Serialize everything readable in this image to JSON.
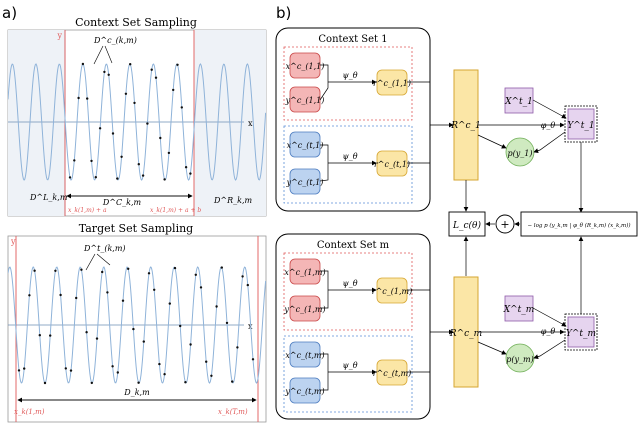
{
  "panel_labels": {
    "a": "a)",
    "b": "b)"
  },
  "left": {
    "top": {
      "title": "Context Set Sampling",
      "y_axis": "y",
      "x_axis": "x",
      "annotation_sub": "D^c_(k,m)",
      "region_left": "D^L_k,m",
      "region_center": "D^C_k,m",
      "region_right": "D^R_k,m",
      "red_left": "x_k(1,m) + a",
      "red_right": "x_k(1,m) + a + b"
    },
    "bottom": {
      "title": "Target Set Sampling",
      "y_axis": "y",
      "x_axis": "x",
      "annotation_sub": "D^t_(k,m)",
      "region_center": "D_k,m",
      "red_left": "x_k(1,m)",
      "red_right": "x_k(T,m)"
    }
  },
  "right": {
    "context1": {
      "title": "Context Set 1",
      "x_c11": "x^c_(1,1)",
      "y_c11": "y^c_(1,1)",
      "x_ct1": "x^c_(t,1)",
      "y_ct1": "y^c_(t,1)",
      "psi": "ψ_θ",
      "r_c11": "r^c_(1,1)",
      "r_ct1": "r^c_(t,1)",
      "R": "R^c_1"
    },
    "contextm": {
      "title": "Context Set m",
      "x_c1m": "x^c_(1,m)",
      "y_c1m": "y^c_(1,m)",
      "x_ctm": "x^c_(t,m)",
      "y_ctm": "y^c_(t,m)",
      "psi": "ψ_θ",
      "r_c1m": "r^c_(1,m)",
      "r_ctm": "r^c_(t,m)",
      "R": "R^c_m"
    },
    "loss": "L_c(θ)",
    "plus": "+",
    "nll": "− log p (y_k,m | φ_θ (R_k,m) (x_k,m))",
    "X1": "X^t_1",
    "Y1": "Y^t_1",
    "p1": "p(y_1)",
    "phi1": "φ_θ",
    "Xm": "X^t_m",
    "Ym": "Y^t_m",
    "pm": "p(y_m)",
    "phim": "φ_θ"
  },
  "colors": {
    "curve": "#8fb3d9",
    "red": "#e05a5a",
    "red_fill": "#f4b6b6",
    "blue_fill": "#bcd3f0",
    "yellow_fill": "#fbe6a6",
    "yellow_stroke": "#d6a631",
    "green_fill": "#cfeac0",
    "purple_fill": "#e6d4ef"
  }
}
